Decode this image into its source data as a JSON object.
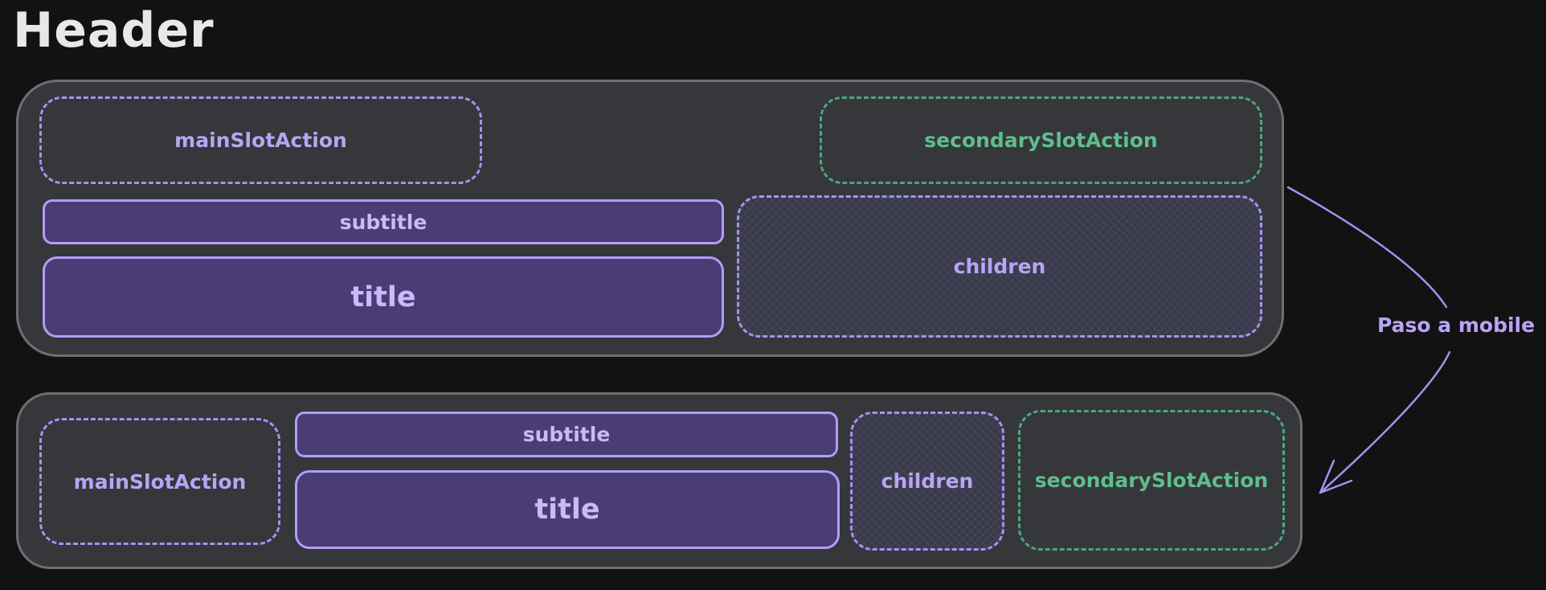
{
  "header": {
    "title": "Header"
  },
  "desktop": {
    "main_slot_action": "mainSlotAction",
    "secondary_slot_action": "secondarySlotAction",
    "subtitle": "subtitle",
    "title": "title",
    "children": "children"
  },
  "mobile": {
    "main_slot_action": "mainSlotAction",
    "subtitle": "subtitle",
    "title": "title",
    "children": "children",
    "secondary_slot_action": "secondarySlotAction"
  },
  "transition_note": "Paso a mobile",
  "colors": {
    "background": "#121212",
    "panel": "#35373b",
    "purple_accent": "#a890f0",
    "green_accent": "#4ca67c",
    "filled_box": "#4a3d75"
  }
}
